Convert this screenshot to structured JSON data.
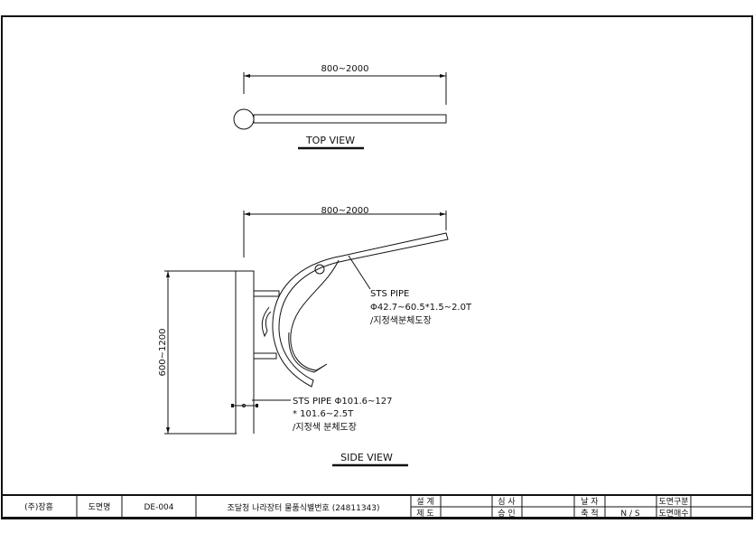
{
  "top_view": {
    "dimension": "800~2000",
    "title": "TOP VIEW"
  },
  "side_view": {
    "dimension_width": "800~2000",
    "dimension_height": "600~1200",
    "title": "SIDE VIEW",
    "callout_arm": [
      "STS PIPE",
      "Φ42.7~60.5*1.5~2.0T",
      "/지정색분체도장"
    ],
    "callout_post": [
      "STS PIPE Φ101.6~127",
      "* 101.6~2.5T",
      "/지정색 분체도장"
    ]
  },
  "title_block": {
    "company": "(주)장흥",
    "drawing_name_label": "도면명",
    "drawing_no": "DE-004",
    "description": "조달청 나라장터 물품식별번호 (24811343)",
    "design_label": "설 계",
    "draft_label": "제 도",
    "review_label": "심 사",
    "approve_label": "승 인",
    "date_label": "날 자",
    "scale_label": "축 척",
    "scale_value": "N / S",
    "category_label": "도면구분",
    "sheets_label": "도면매수"
  }
}
